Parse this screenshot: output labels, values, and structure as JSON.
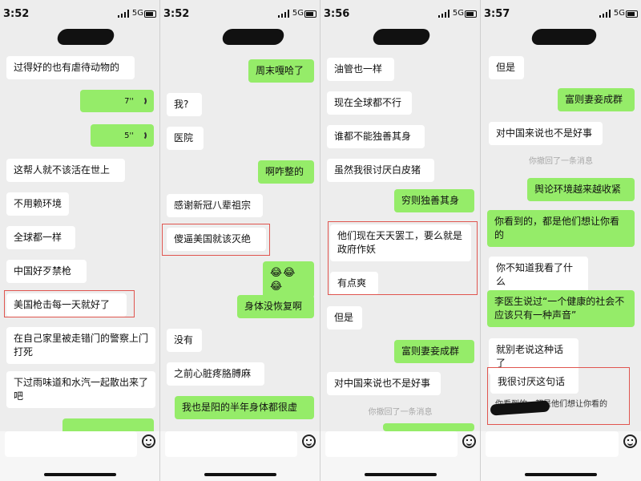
{
  "status_bar": {
    "network": "5G"
  },
  "panels": [
    {
      "time": "3:52",
      "messages": [
        "过得好的也有虐待动物的",
        "7''",
        "5''",
        "这帮人就不该活在世上",
        "不用赖环境",
        "全球都一样",
        "中国好歹禁枪",
        "美国枪击每一天就好了",
        "在自己家里被走错门的警察上门打死",
        "下过雨味道和水汽一起散出来了吧"
      ]
    },
    {
      "time": "3:52",
      "messages": [
        "周末嘎哈了",
        "我?",
        "医院",
        "啊咋整的",
        "感谢新冠八辈祖宗",
        "傻逼美国就该灭绝",
        "😂😂😂",
        "身体没恢复啊",
        "没有",
        "之前心脏疼胳膊麻",
        "我也是阳的半年身体都很虚"
      ]
    },
    {
      "time": "3:56",
      "messages": [
        "油管也一样",
        "现在全球都不行",
        "谁都不能独善其身",
        "虽然我很讨厌白皮猪",
        "穷则独善其身",
        "他们现在天天罢工，要么就是政府作妖",
        "有点爽",
        "但是",
        "富则妻妾成群",
        "对中国来说也不是好事"
      ],
      "system": "你撤回了一条消息"
    },
    {
      "time": "3:57",
      "messages": [
        "但是",
        "富则妻妾成群",
        "对中国来说也不是好事",
        "舆论环境越来越收紧",
        "你看到的，都是他们想让你看的",
        "你不知道我看了什么",
        "李医生说过“一个健康的社会不应该只有一种声音”",
        "就别老说这种话了",
        "我很讨厌这句话",
        "你看到的，都是他们想让你看的"
      ],
      "system": "你撤回了一条消息"
    }
  ]
}
